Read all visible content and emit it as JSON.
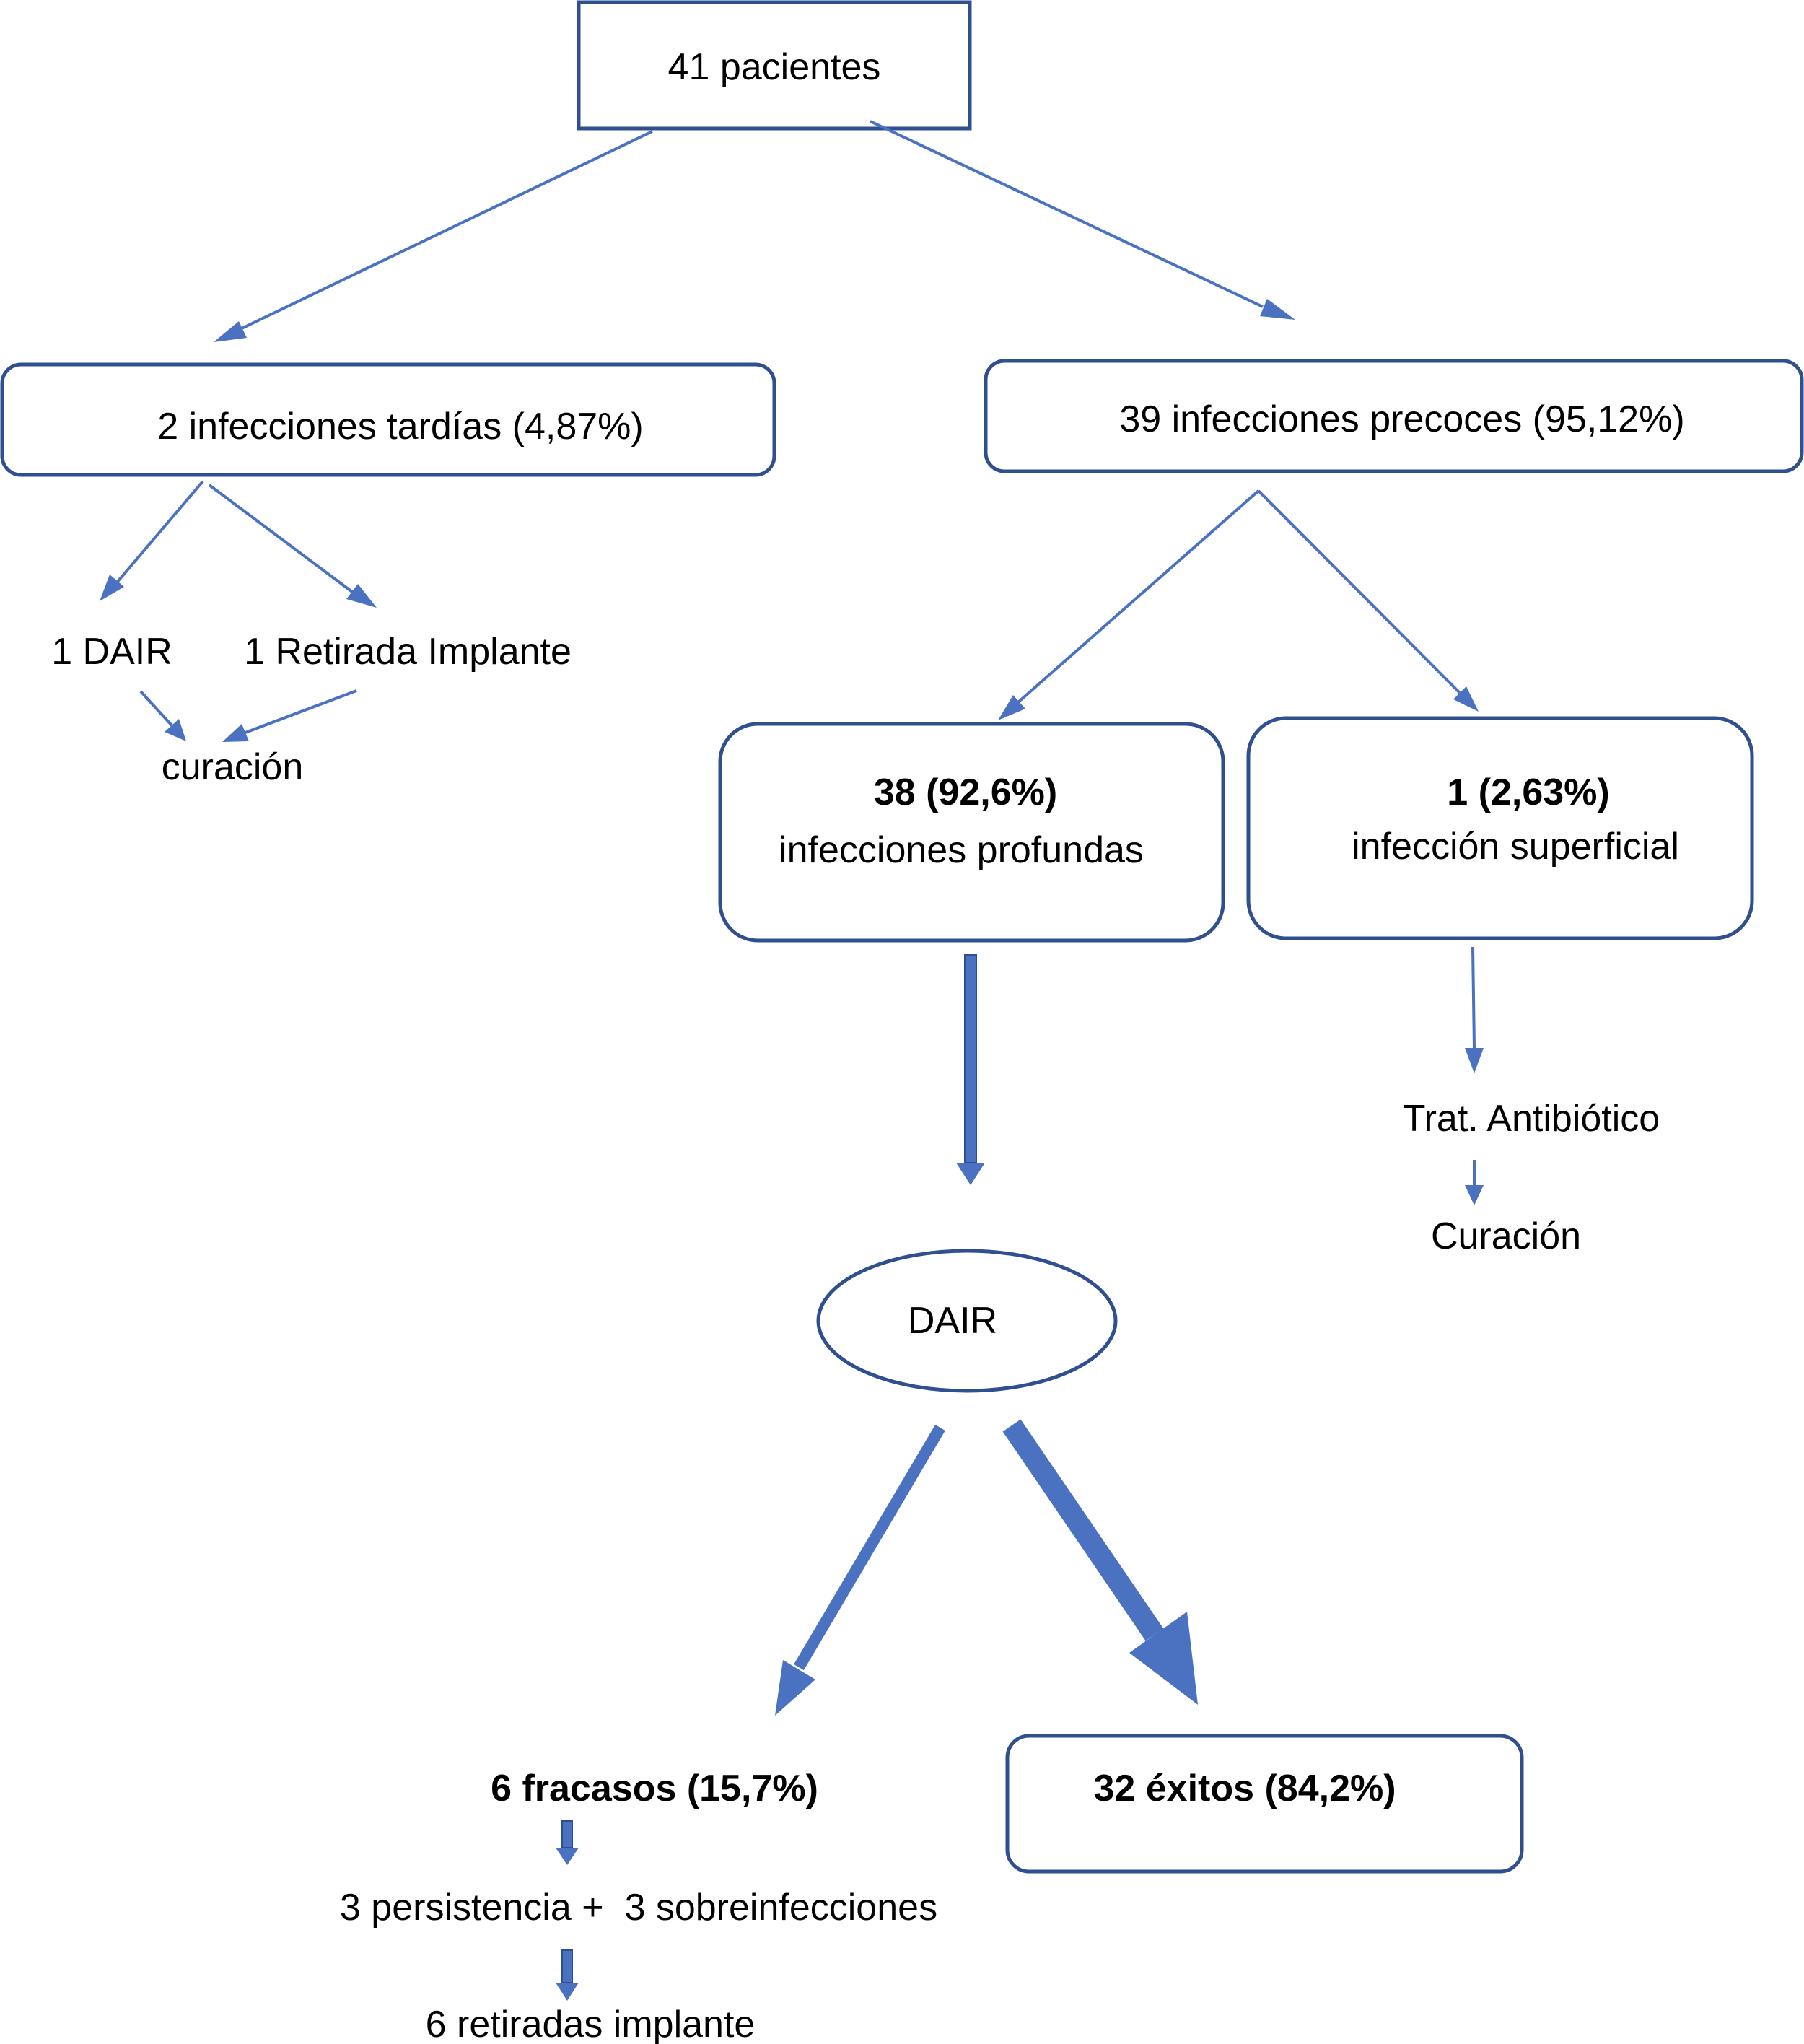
{
  "colors": {
    "arrow": "#4a72c0",
    "box_stroke": "#2f4f8f",
    "text": "#000000",
    "background": "#ffffff"
  },
  "nodes": {
    "root": "41 pacientes",
    "late": "2 infecciones tardías (4,87%)",
    "early": "39 infecciones precoces (95,12%)",
    "late_dair": "1 DAIR",
    "late_removal": "1 Retirada Implante",
    "late_cure": "curación",
    "deep_count": "38 (92,6%)",
    "deep_label": "infecciones profundas",
    "superficial_count": "1 (2,63%)",
    "superficial_label": "infección superficial",
    "antibiotic": "Trat. Antibiótico",
    "superficial_cure": "Curación",
    "dair": "DAIR",
    "failures": "6 fracasos (15,7%)",
    "successes": "32 éxitos (84,2%)",
    "failure_breakdown": "3 persistencia +  3 sobreinfecciones",
    "removals": "6 retiradas implante"
  }
}
